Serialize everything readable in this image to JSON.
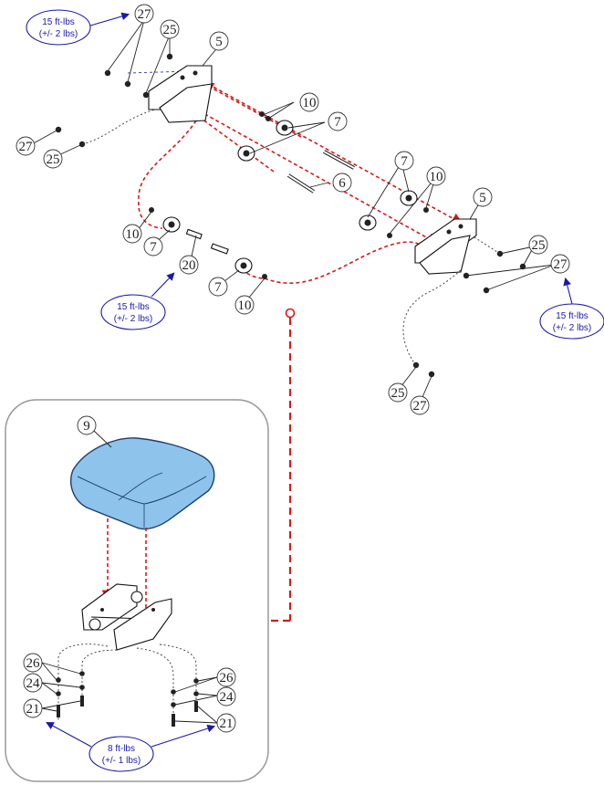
{
  "torque_callouts": {
    "top_left": {
      "line1": "15 ft-lbs",
      "line2": "(+/- 2 lbs)"
    },
    "mid_left": {
      "line1": "15 ft-lbs",
      "line2": "(+/- 2 lbs)"
    },
    "right": {
      "line1": "15 ft-lbs",
      "line2": "(+/- 2 lbs)"
    },
    "inset": {
      "line1": "8 ft-lbs",
      "line2": "(+/- 1 lbs)"
    }
  },
  "part_numbers": {
    "p27": "27",
    "p25": "25",
    "p5": "5",
    "p10": "10",
    "p7": "7",
    "p6": "6",
    "p20": "20",
    "p9": "9",
    "p26": "26",
    "p24": "24",
    "p21": "21"
  },
  "colors": {
    "assembly_path": "#d71a1a",
    "torque_text": "#1a1aa8",
    "cushion_fill": "#8ec3ec"
  }
}
